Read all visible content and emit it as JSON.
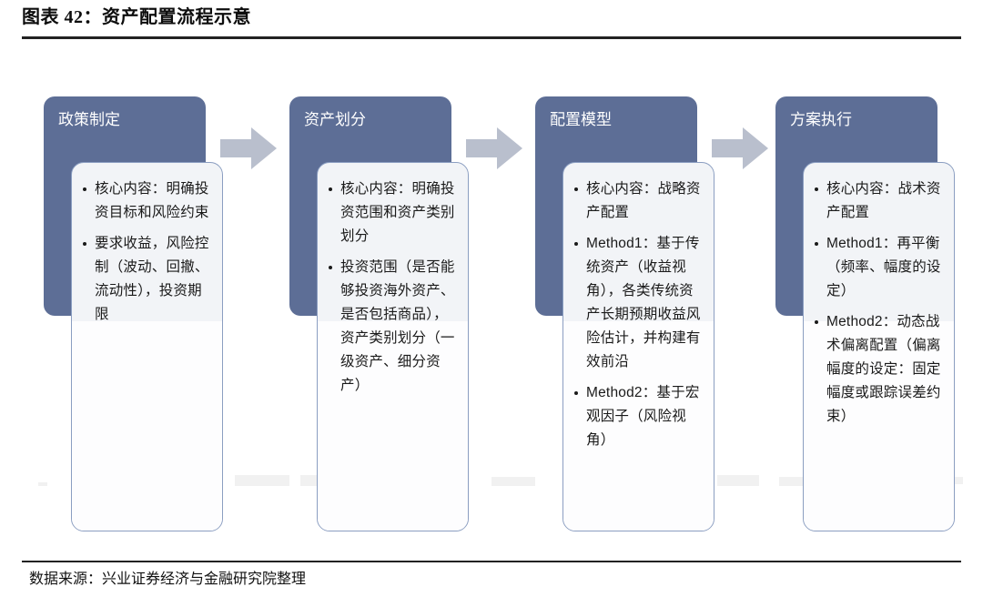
{
  "title": "图表 42：资产配置流程示意",
  "footer": {
    "source": "数据来源：兴业证券经济与金融研究院整理"
  },
  "colors": {
    "header_fill": "#5d6e96",
    "body_fill": "#f2f4f7",
    "body_border": "#8b9ec1",
    "arrow_fill": "#b9bfcd",
    "rule": "#222222",
    "text": "#1a1a1a"
  },
  "flow": {
    "arrow_icon": "arrow-right-icon",
    "stages": [
      {
        "title": "政策制定",
        "bullets": [
          "核心内容：明确投资目标和风险约束",
          "要求收益，风险控制（波动、回撤、流动性），投资期限"
        ]
      },
      {
        "title": "资产划分",
        "bullets": [
          "核心内容：明确投资范围和资产类别划分",
          "投资范围（是否能够投资海外资产、是否包括商品），资产类别划分（一级资产、细分资产）"
        ]
      },
      {
        "title": "配置模型",
        "bullets": [
          "核心内容：战略资产配置",
          "Method1：基于传统资产（收益视角），各类传统资产长期预期收益风险估计，并构建有效前沿",
          "Method2：基于宏观因子（风险视角）"
        ]
      },
      {
        "title": "方案执行",
        "bullets": [
          "核心内容：战术资产配置",
          "Method1：再平衡（频率、幅度的设定）",
          "Method2：动态战术偏离配置（偏离幅度的设定：固定幅度或跟踪误差约束）"
        ]
      }
    ]
  }
}
